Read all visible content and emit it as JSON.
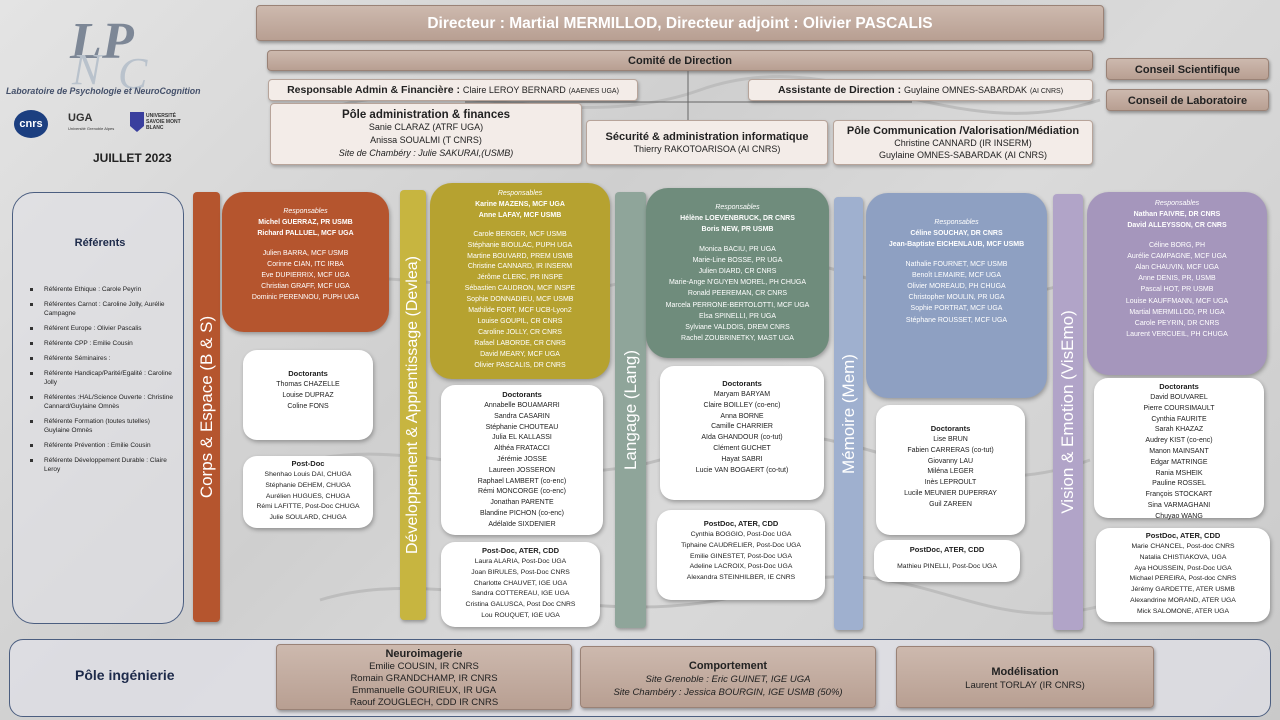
{
  "logo": {
    "lines": [
      "L",
      "P",
      "N",
      "C"
    ],
    "lab_name": "Laboratoire de Psychologie et NeuroCognition",
    "cnrs": "cnrs",
    "uga": "UGA",
    "uga_sub": "Université Grenoble Alpes",
    "usmb": "UNIVERSITÉ SAVOIE MONT BLANC",
    "date": "JUILLET  2023"
  },
  "top": {
    "director": "Directeur : Martial MERMILLOD,   Directeur adjoint : Olivier PASCALIS",
    "comite": "Comité de Direction",
    "admin_resp_label": "Responsable Admin & Financière : ",
    "admin_resp_name": " Claire LEROY BERNARD",
    "admin_resp_tag": "(AAENES UGA)",
    "assist_label": "Assistante de Direction : ",
    "assist_name": "Guylaine OMNES-SABARDAK",
    "assist_tag": "(AI CNRS)",
    "conseil_sci": "Conseil Scientifique",
    "conseil_lab": "Conseil de Laboratoire"
  },
  "poles": {
    "admin": {
      "title": "Pôle administration & finances",
      "lines": [
        "Sanie CLARAZ (ATRF UGA)",
        "Anissa SOUALMI (T CNRS)",
        "Site de Chambéry : Julie SAKURAI,(USMB)"
      ]
    },
    "secu": {
      "title": "Sécurité & administration informatique",
      "lines": [
        "Thierry RAKOTOARISOA (AI CNRS)"
      ]
    },
    "com": {
      "title": "Pôle Communication /Valorisation/Médiation",
      "lines": [
        "Christine CANNARD (IR INSERM)",
        "Guylaine OMNES-SABARDAK (AI CNRS)"
      ]
    }
  },
  "referents": {
    "title": "Référents",
    "items": [
      "Référente Ethique : Carole Peyrin",
      "Référentes Carnot : Caroline Jolly, Aurélie Campagne",
      "Référent Europe : Olivier Pascalis",
      "Référente CPP : Emilie Cousin",
      "Référente Séminaires :",
      "Référente Handicap/Parité/Egalité : Caroline Jolly",
      "Référentes :HAL/Science Ouverte : Christine Cannard/Guylaine Omnès",
      "Référente Formation (toutes tutelles) Guylaine Omnès",
      "Référente Prévention : Emilie Cousin",
      "Référente Développement Durable : Claire Leroy"
    ]
  },
  "teams": [
    {
      "label": "Corps & Espace (B & S)",
      "color": "#b5552e",
      "resp": {
        "head": "Responsables",
        "lead": [
          "Michel GUERRAZ, PR USMB",
          "Richard PALLUEL, MCF UGA"
        ],
        "members": [
          "Julien BARRA,  MCF USMB",
          "Corinne CIAN, ITC IRBA",
          "Eve DUPIERRIX,  MCF UGA",
          "Christian GRAFF, MCF UGA",
          "Dominic PERENNOU,  PUPH UGA"
        ]
      },
      "doc": {
        "head": "Doctorants",
        "lines": [
          "Thomas CHAZELLE",
          "Louise DUPRAZ",
          "Coline FONS"
        ]
      },
      "post": {
        "head": "Post-Doc",
        "lines": [
          "Shenhao Louis DAI, CHUGA",
          "Stéphanie DEHEM, CHUGA",
          "Aurélien HUGUES, CHUGA",
          "Rémi LAFITTE, Post-Doc CHUGA",
          "Julie SOULARD, CHUGA"
        ]
      }
    },
    {
      "label": "Développement & Apprentissage (Devlea)",
      "color": "#b6a230",
      "resp": {
        "head": "Responsables",
        "lead": [
          "Karine MAZENS, MCF UGA",
          "Anne LAFAY, MCF USMB"
        ],
        "members": [
          "Carole BERGER, MCF USMB",
          "Stéphanie BIOULAC, PUPH UGA",
          "Martine BOUVARD, PREM USMB",
          "Christine  CANNARD, IR INSERM",
          "Jérôme CLERC, PR INSPE",
          "Sébastien CAUDRON, MCF INSPE",
          "Sophie DONNADIEU, MCF USMB",
          "Mathilde FORT, MCF UCB-Lyon2",
          "Louise GOUPIL, CR CNRS",
          "Caroline JOLLY, CR CNRS",
          "Rafael LABORDE, CR CNRS",
          "David MEARY, MCF UGA",
          "Olivier PASCALIS, DR CNRS"
        ]
      },
      "doc": {
        "head": "Doctorants",
        "lines": [
          "Annabelle BOUAMARRI",
          "Sandra CASARIN",
          "Stéphanie CHOUTEAU",
          "Julia EL KALLASSI",
          "Althéa FRATACCI",
          "Jérémie JOSSE",
          "Laureen JOSSERON",
          "Raphael LAMBERT (co-enc)",
          "Rémi MONCORGE (co-enc)",
          "Jonathan PARENTE",
          "Blandine PICHON (co-enc)",
          "Adélaïde SIXDENIER"
        ]
      },
      "post": {
        "head": "Post-Doc, ATER, CDD",
        "lines": [
          "Laura ALARIA, Post-Doc UGA",
          "Joan BIRULES, Post-Doc CNRS",
          "Charlotte CHAUVET, IGE UGA",
          "Sandra COTTEREAU, IGE UGA",
          "Cristina GALUSCA, Post Doc CNRS",
          "Lou ROUQUET, IGE UGA"
        ]
      }
    },
    {
      "label": "Langage (Lang)",
      "color": "#6f8c7c",
      "resp": {
        "head": "Responsables",
        "lead": [
          "Hélène LOEVENBRUCK, DR CNRS",
          "Boris NEW, PR USMB"
        ],
        "members": [
          "Monica BACIU, PR UGA",
          "Marie-Line BOSSE, PR UGA",
          "Julien DIARD, CR CNRS",
          "Marie-Ange N'GUYEN MOREL, PH CHUGA",
          "Ronald PEEREMAN, CR CNRS",
          "Marcela PERRONE-BERTOLOTTI, MCF UGA",
          "Elsa SPINELLI, PR UGA",
          "Sylviane VALDOIS, DREM CNRS",
          "Rachel ZOUBRINETKY, MAST UGA"
        ]
      },
      "doc": {
        "head": "Doctorants",
        "lines": [
          "Maryam BARYAM",
          "Claire BOILLEY (co-enc)",
          "Anna BORNE",
          "Camille CHARRIER",
          "Aïda GHANDOUR (co-tut)",
          "Clément GUCHET",
          "Hayat SABRI",
          "Lucie VAN BOGAERT (co-tut)"
        ]
      },
      "post": {
        "head": "PostDoc, ATER,  CDD",
        "lines": [
          "Cynthia BOGGIO, Post-Doc UGA",
          "Tiphaine CAUDRELIER,  Post-Doc UGA",
          "Emilie GINESTET, Post-Doc UGA",
          "Adeline LACROIX, Post-Doc UGA",
          "Alexandra STEINHILBER,  IE CNRS"
        ]
      }
    },
    {
      "label": "Mémoire (Mem)",
      "color": "#8ea0c2",
      "resp": {
        "head": "Responsables",
        "lead": [
          "Céline SOUCHAY, DR CNRS",
          "Jean-Baptiste  EICHENLAUB, MCF USMB"
        ],
        "members": [
          "Nathalie FOURNET, MCF USMB",
          "Benoît LEMAIRE, MCF UGA",
          "Olivier MOREAUD, PH CHUGA",
          "Christopher  MOULIN, PR UGA",
          "Sophie PORTRAT, MCF UGA",
          "Stéphane ROUSSET, MCF UGA"
        ]
      },
      "doc": {
        "head": "Doctorants",
        "lines": [
          "Lise BRUN",
          "Fabien CARRERAS  (co-tut)",
          "Giovanny LAU",
          "Miléna LEGER",
          "Inès LEPROULT",
          "Lucile MEUNIER  DUPERRAY",
          "Guil ZAREEN"
        ]
      },
      "post": {
        "head": "PostDoc, ATER,  CDD",
        "lines": [
          "Mathieu PINELLI, Post-Doc UGA"
        ]
      }
    },
    {
      "label": "Vision & Emotion (VisEmo)",
      "color": "#a596bc",
      "resp": {
        "head": "Responsables",
        "lead": [
          "Nathan FAIVRE, DR CNRS",
          "David ALLEYSSON, CR CNRS"
        ],
        "members": [
          "Céline BORG, PH",
          "Aurélie CAMPAGNE, MCF UGA",
          "Alan CHAUVIN, MCF UGA",
          "Anne DENIS, PR, USMB",
          "Pascal HOT, PR USMB",
          "Louise KAUFFMANN, MCF UGA",
          "Martial MERMILLOD, PR UGA",
          "Carole PEYRIN, DR CNRS",
          "Laurent VERCUEIL, PH CHUGA"
        ]
      },
      "doc": {
        "head": "Doctorants",
        "lines": [
          "David BOUVAREL",
          "Pierre COURSIMAULT",
          "Cynthia FAURITE",
          "Sarah KHAZAZ",
          "Audrey KIST (co-enc)",
          "Manon  MAINSANT",
          "Edgar MATRINGE",
          "Rania MSHEIK",
          "Pauline ROSSEL",
          "François STOCKART",
          "Sina VARMAGHANI",
          "Chuyao  WANG"
        ]
      },
      "post": {
        "head": "PostDoc, ATER,  CDD",
        "lines": [
          "Marie CHANCEL, Post-doc CNRS",
          "Natalia CHISTIAKOVA, UGA",
          "Aya HOUSSEIN, Post-Doc UGA",
          "Michael PEREIRA, Post-doc CNRS",
          "Jérémy GARDETTE, ATER USMB",
          "Alexandrine MORAND, ATER UGA",
          "Mick SALOMONE, ATER UGA"
        ]
      }
    }
  ],
  "ingenierie": {
    "title": "Pôle ingénierie",
    "neuro": {
      "title": "Neuroimagerie",
      "lines": [
        "Emilie COUSIN, IR CNRS",
        "Romain GRANDCHAMP, IR CNRS",
        "Emmanuelle GOURIEUX, IR UGA",
        "Raouf ZOUGLECH, CDD IR CNRS"
      ]
    },
    "comp": {
      "title": "Comportement",
      "lines": [
        "Site Grenoble : Eric GUINET, IGE UGA",
        "Site Chambéry : Jessica BOURGIN, IGE USMB (50%)"
      ]
    },
    "model": {
      "title": "Modélisation",
      "lines": [
        "Laurent TORLAY (IR CNRS)"
      ]
    }
  },
  "colors": {
    "bar": "#c3aea2",
    "corps": "#b5552e",
    "devlea": "#b6a230",
    "lang": "#6f8c7c",
    "mem": "#8ea0c2",
    "visemo": "#a596bc"
  }
}
